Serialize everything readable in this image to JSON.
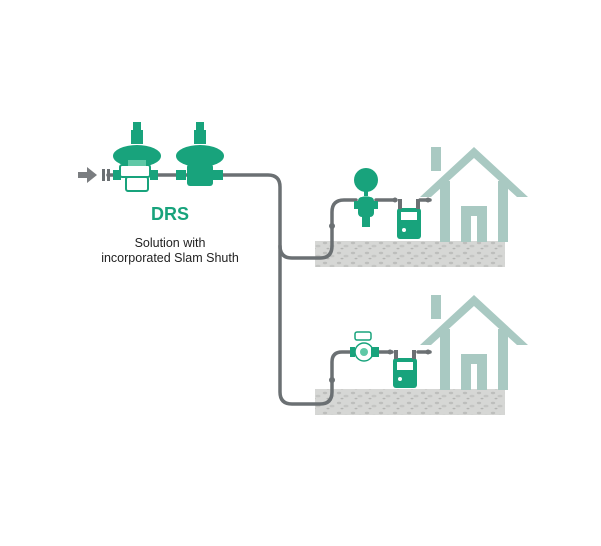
{
  "drs": {
    "title": "DRS",
    "description_line1": "Solution with",
    "description_line2": "incorporated Slam Shuth"
  },
  "colors": {
    "accent": "#18a37c",
    "accent_light": "#5fc8a6",
    "pipe": "#6b7073",
    "house": "#a9c9c2",
    "ground": "#d4d5d3",
    "inlet_arrow": "#7a7d80"
  },
  "icons": {
    "inlet": "arrow-right-icon",
    "regulator": "gas-regulator-icon",
    "meter": "gas-meter-icon",
    "house": "house-icon"
  }
}
